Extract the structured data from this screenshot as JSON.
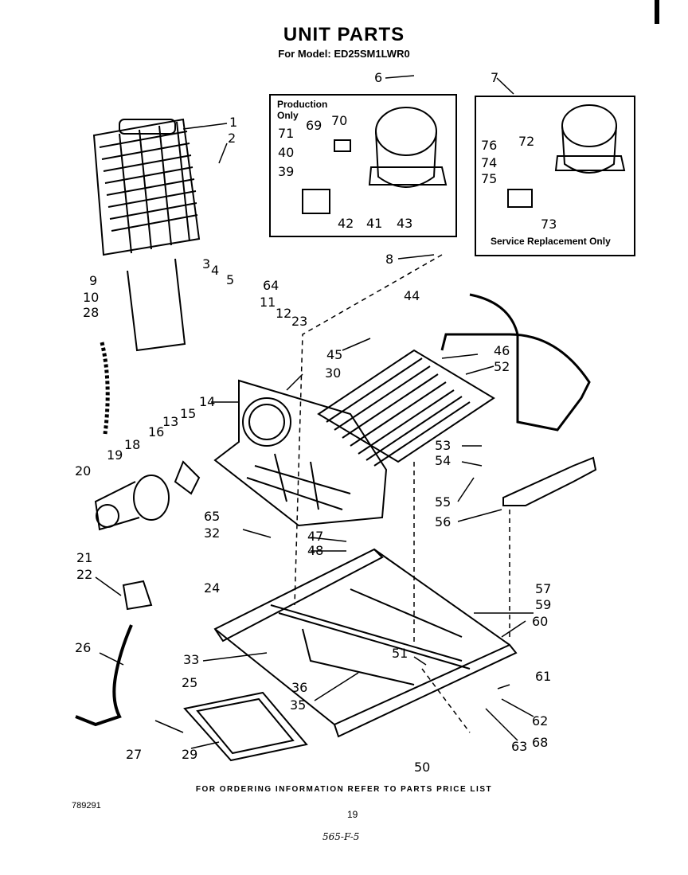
{
  "header": {
    "title": "UNIT PARTS",
    "subtitle": "For Model: ED25SM1LWR0"
  },
  "boxes": {
    "production": {
      "label": "Production\nOnly",
      "line1": "Production",
      "line2": "Only"
    },
    "service": {
      "label": "Service Replacement Only"
    }
  },
  "callouts": [
    "1",
    "2",
    "3",
    "4",
    "5",
    "6",
    "7",
    "8",
    "9",
    "10",
    "11",
    "12",
    "13",
    "14",
    "15",
    "16",
    "18",
    "19",
    "20",
    "21",
    "22",
    "23",
    "24",
    "25",
    "26",
    "27",
    "28",
    "29",
    "30",
    "32",
    "33",
    "35",
    "36",
    "39",
    "40",
    "41",
    "42",
    "43",
    "44",
    "45",
    "46",
    "47",
    "48",
    "50",
    "51",
    "52",
    "53",
    "54",
    "55",
    "56",
    "57",
    "59",
    "60",
    "61",
    "62",
    "63",
    "64",
    "65",
    "68",
    "69",
    "70",
    "71",
    "72",
    "73",
    "74",
    "75",
    "76"
  ],
  "footer": {
    "ordering_note": "FOR ORDERING INFORMATION REFER TO PARTS PRICE LIST",
    "doc_number": "789291",
    "page_number": "19",
    "handwritten_code": "565-F-5"
  }
}
